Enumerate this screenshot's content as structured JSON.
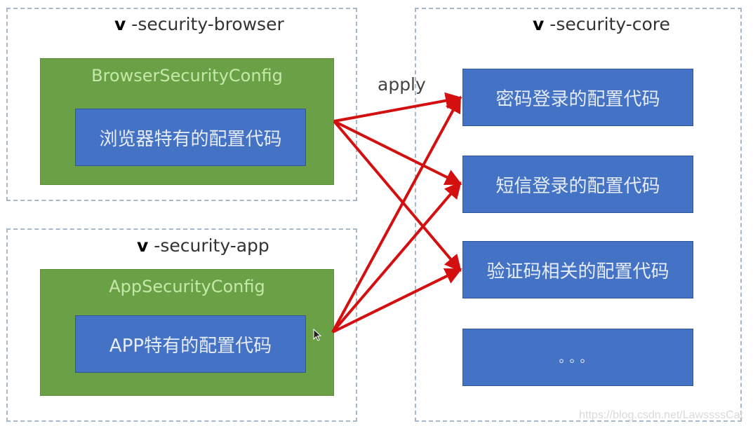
{
  "modules": {
    "browser": {
      "prefix": "v",
      "title": "-security-browser",
      "config_class": "BrowserSecurityConfig",
      "config_code": "浏览器特有的配置代码"
    },
    "app": {
      "prefix": "v",
      "title": "-security-app",
      "config_class": "AppSecurityConfig",
      "config_code": "APP特有的配置代码"
    },
    "core": {
      "prefix": "v",
      "title": "-security-core",
      "items": [
        {
          "label": "密码登录的配置代码"
        },
        {
          "label": "短信登录的配置代码"
        },
        {
          "label": "验证码相关的配置代码"
        },
        {
          "label": "。。。"
        }
      ]
    }
  },
  "relation_label": "apply",
  "edges": [
    {
      "from": "browser",
      "to": 0
    },
    {
      "from": "browser",
      "to": 1
    },
    {
      "from": "browser",
      "to": 2
    },
    {
      "from": "app",
      "to": 0
    },
    {
      "from": "app",
      "to": 1
    },
    {
      "from": "app",
      "to": 2
    }
  ],
  "colors": {
    "module_green": "#6aa146",
    "code_blue": "#4472c4",
    "arrow_red": "#d40f0f",
    "dashed_border": "#a9b8c8"
  },
  "watermark": "https://blog.csdn.net/LawssssCat"
}
